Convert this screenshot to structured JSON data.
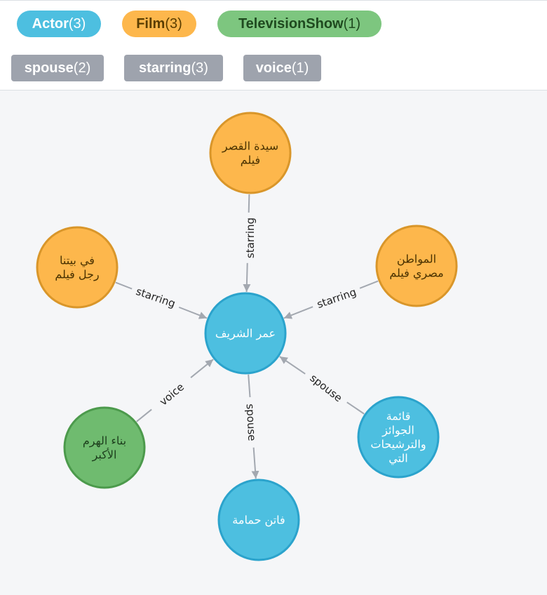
{
  "labels": [
    {
      "name": "Actor",
      "count": "(3)",
      "color": "#4dbfe0",
      "text_color": "#ffffff"
    },
    {
      "name": "Film",
      "count": "(3)",
      "color": "#fdb74c",
      "text_color": "#5a3d00"
    },
    {
      "name": "TelevisionShow",
      "count": "(1)",
      "color": "#7dc67f",
      "text_color": "#1f4a1f"
    }
  ],
  "relationship_types": [
    {
      "name": "spouse",
      "count": "(2)"
    },
    {
      "name": "starring",
      "count": "(3)"
    },
    {
      "name": "voice",
      "count": "(1)"
    }
  ],
  "colors": {
    "actor_fill": "#4dbfe0",
    "actor_stroke": "#2ba3cc",
    "film_fill": "#fdb74c",
    "film_stroke": "#d9962a",
    "tv_fill": "#6fbb6f",
    "tv_stroke": "#4c9a4c",
    "edge": "#a3a8b0"
  },
  "graph": {
    "nodes": [
      {
        "id": "omar",
        "type": "Actor",
        "lines": [
          "عمر الشريف"
        ]
      },
      {
        "id": "film_top",
        "type": "Film",
        "lines": [
          "سيدة القصر",
          "فيلم"
        ]
      },
      {
        "id": "film_left",
        "type": "Film",
        "lines": [
          "في بيتنا",
          "رجل فيلم"
        ]
      },
      {
        "id": "film_right",
        "type": "Film",
        "lines": [
          "المواطن",
          "مصري فيلم"
        ]
      },
      {
        "id": "tv",
        "type": "TelevisionShow",
        "lines": [
          "بناء الهرم",
          "الأكبر"
        ]
      },
      {
        "id": "faten",
        "type": "Actor",
        "lines": [
          "فاتن حمامة"
        ]
      },
      {
        "id": "awards",
        "type": "Actor",
        "lines": [
          "قائمة",
          "الجوائز",
          "والترشيحات",
          "التي"
        ]
      }
    ],
    "edges": [
      {
        "from": "film_top",
        "to": "omar",
        "label": "starring"
      },
      {
        "from": "film_left",
        "to": "omar",
        "label": "starring"
      },
      {
        "from": "film_right",
        "to": "omar",
        "label": "starring"
      },
      {
        "from": "tv",
        "to": "omar",
        "label": "voice"
      },
      {
        "from": "omar",
        "to": "faten",
        "label": "spouse"
      },
      {
        "from": "awards",
        "to": "omar",
        "label": "spouse"
      }
    ]
  }
}
